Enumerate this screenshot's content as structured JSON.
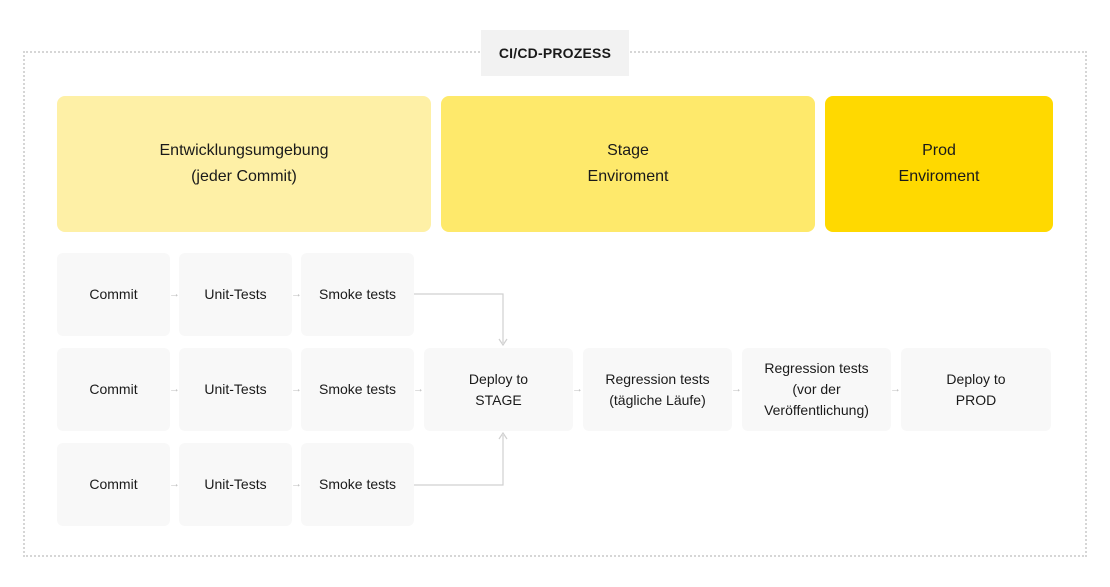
{
  "title": "CI/CD-PROZESS",
  "colors": {
    "dev_env": "#FEF0A6",
    "stage_env": "#FEE96B",
    "prod_env": "#FFD900",
    "box_bg": "#F8F8F8",
    "connector": "#D0D0D0"
  },
  "environments": [
    {
      "line1": "Entwicklungsumgebung",
      "line2": "(jeder Commit)"
    },
    {
      "line1": "Stage",
      "line2": "Enviroment"
    },
    {
      "line1": "Prod",
      "line2": "Enviroment"
    }
  ],
  "rows": [
    {
      "commit": "Commit",
      "unit": "Unit-Tests",
      "smoke": "Smoke tests"
    },
    {
      "commit": "Commit",
      "unit": "Unit-Tests",
      "smoke": "Smoke tests"
    },
    {
      "commit": "Commit",
      "unit": "Unit-Tests",
      "smoke": "Smoke tests"
    }
  ],
  "pipeline": {
    "deploy_stage": {
      "line1": "Deploy to",
      "line2": "STAGE"
    },
    "regression_daily": {
      "line1": "Regression tests",
      "line2": "(tägliche Läufe)"
    },
    "regression_release": {
      "line1": "Regression tests",
      "line2": "(vor der",
      "line3": "Veröffentlichung)"
    },
    "deploy_prod": {
      "line1": "Deploy to",
      "line2": "PROD"
    }
  },
  "arrow_glyph": "→"
}
